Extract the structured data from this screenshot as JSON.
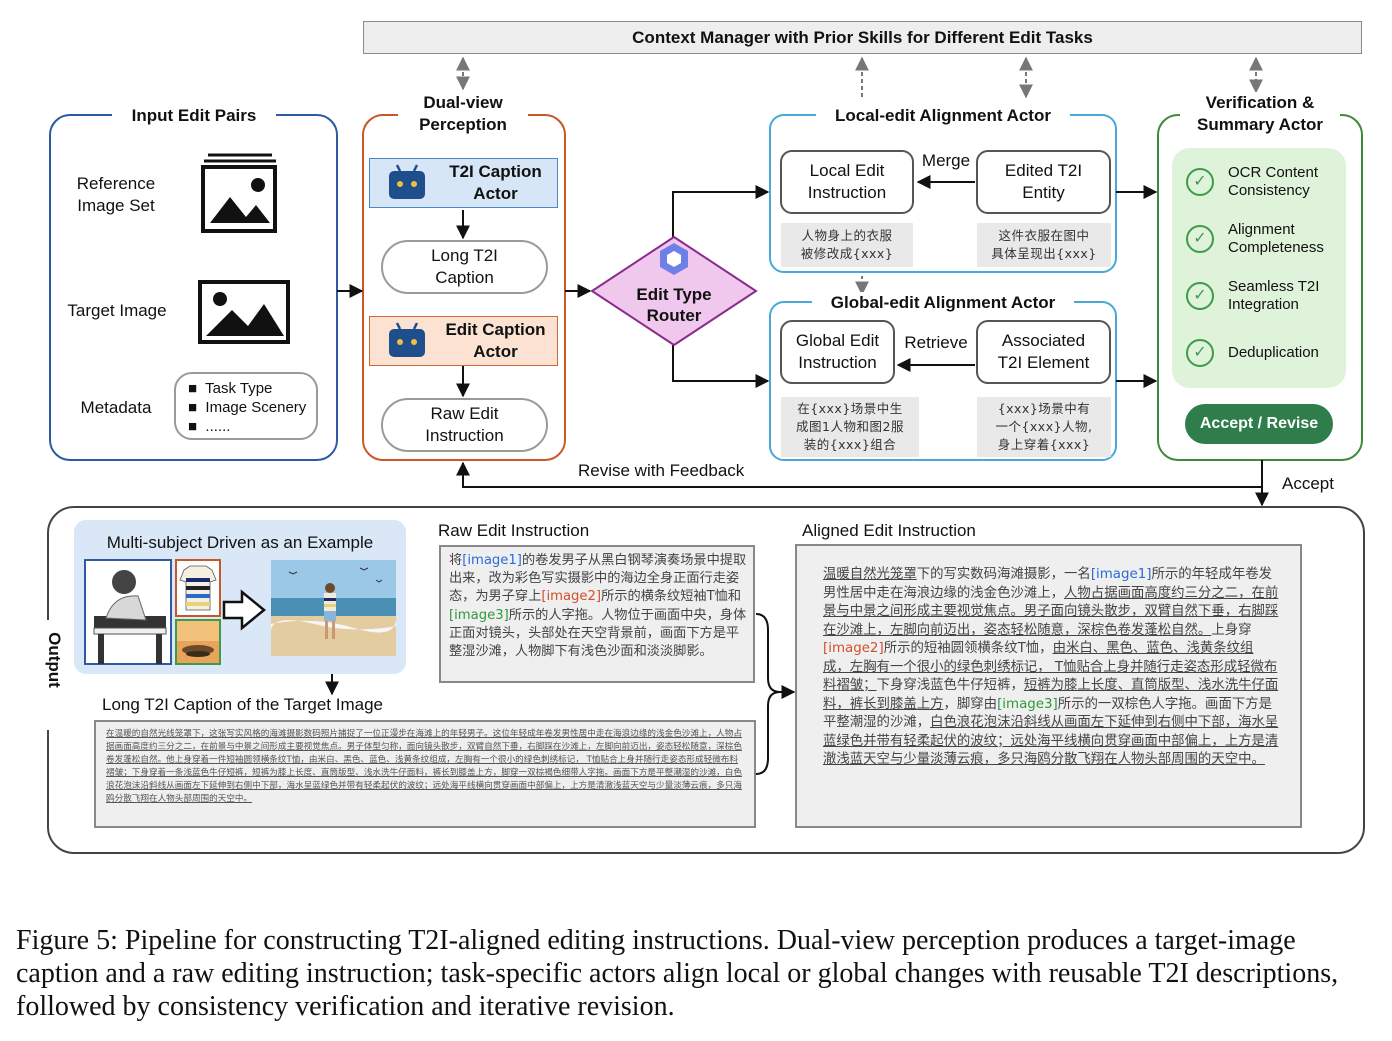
{
  "context_manager": "Context Manager with Prior Skills for Different Edit Tasks",
  "input_panel": {
    "title": "Input Edit Pairs",
    "reference_label": "Reference Image Set",
    "target_label": "Target Image",
    "metadata_label": "Metadata",
    "metadata_items": [
      "Task Type",
      "Image Scenery",
      "......"
    ]
  },
  "perception_panel": {
    "title": "Dual-view Perception",
    "t2i_actor": "T2I Caption Actor",
    "long_caption": "Long T2I Caption",
    "edit_actor": "Edit Caption Actor",
    "raw_instruction": "Raw Edit Instruction"
  },
  "router": "Edit Type Router",
  "local_panel": {
    "title": "Local-edit Alignment Actor",
    "left_box": "Local Edit Instruction",
    "right_box": "Edited T2I Entity",
    "arrow_label": "Merge",
    "left_note": "人物身上的衣服\n被修改成{xxx}",
    "right_note": "这件衣服在图中\n具体呈现出{xxx}"
  },
  "global_panel": {
    "title": "Global-edit Alignment Actor",
    "left_box": "Global Edit Instruction",
    "right_box": "Associated T2I Element",
    "arrow_label": "Retrieve",
    "left_note": "在{xxx}场景中生\n成图1人物和图2服\n装的{xxx}组合",
    "right_note": "{xxx}场景中有\n一个{xxx}人物,\n身上穿着{xxx}"
  },
  "verify_panel": {
    "title": "Verification & Summary Actor",
    "checks": [
      "OCR Content Consistency",
      "Alignment Completeness",
      "Seamless T2I Integration",
      "Deduplication"
    ],
    "button": "Accept / Revise"
  },
  "revise_label": "Revise with Feedback",
  "accept_label": "Accept",
  "output": {
    "side_label": "Output",
    "example_title": "Multi-subject Driven as an Example",
    "raw_title": "Raw Edit Instruction",
    "raw_text": [
      {
        "t": "将",
        "c": ""
      },
      {
        "t": "[image1]",
        "c": "tag-blue"
      },
      {
        "t": "的卷发男子从黑白钢琴演奏场景中提取出来，改为彩色写实摄影中的海边全身正面行走姿态，为男子穿上",
        "c": ""
      },
      {
        "t": "[image2]",
        "c": "tag-red"
      },
      {
        "t": "所示的横条纹短袖T恤和",
        "c": ""
      },
      {
        "t": "[image3]",
        "c": "tag-green"
      },
      {
        "t": "所示的人字拖。人物位于画面中央，身体正面对镜头，头部处在天空背景前，画面下方是平整湿沙滩，人物脚下有浅色沙面和淡淡脚影。",
        "c": ""
      }
    ],
    "long_title": "Long T2I Caption of the Target Image",
    "long_text": "在温暖的自然光线笼罩下，这张写实风格的海滩摄影数码照片捕捉了一位正漫步在海滩上的年轻男子。这位年轻成年卷发男性居中走在海浪边缘的浅金色沙滩上，人物占据画面高度约三分之二，在前景与中景之间形成主要视觉焦点。男子体型匀称，面向镜头散步，双臂自然下垂，右脚踩在沙滩上，左脚向前迈出，姿态轻松随意，深棕色卷发蓬松自然。他上身穿着一件短袖圆领横条纹T恤，由米白、黑色、蓝色、浅黄条纹组成，左胸有一个很小的绿色刺绣标记， T恤贴合上身并随行走姿态形成轻微布料褶皱；下身穿着一条浅蓝色牛仔短裤，短裤为膝上长度、直筒版型、浅水洗牛仔面料，裤长到膝盖上方，脚穿一双棕褐色细带人字拖。画面下方是平整潮湿的沙滩，白色浪花泡沫沿斜线从画面左下延伸到右侧中下部，海水呈蓝绿色并带有轻柔起伏的波纹；远处海平线横向贯穿画面中部偏上，上方是清澈浅蓝天空与少量淡薄云痕，多只海鸥分散飞翔在人物头部周围的天空中。",
    "aligned_title": "Aligned Edit Instruction",
    "aligned_text": [
      {
        "t": "温暖自然光笼罩",
        "c": "u"
      },
      {
        "t": "下的写实数码海滩摄影，一名",
        "c": ""
      },
      {
        "t": "[image1]",
        "c": "tag-blue"
      },
      {
        "t": "所示的年轻成年卷发男性居中走在海浪边缘的浅金色沙滩上，",
        "c": ""
      },
      {
        "t": "人物占据画面高度约三分之二，在前景与中景之间形成主要视觉焦点。男子面向镜头散步，双臂自然下垂，右脚踩在沙滩上，左脚向前迈出，姿态轻松随意，深棕色卷发蓬松自然。",
        "c": "u"
      },
      {
        "t": "上身穿",
        "c": ""
      },
      {
        "t": "[image2]",
        "c": "tag-red"
      },
      {
        "t": "所示的短袖圆领横条纹T恤，",
        "c": ""
      },
      {
        "t": "由米白、黑色、蓝色、浅黄条纹组成，左胸有一个很小的绿色刺绣标记， T恤贴合上身并随行走姿态形成轻微布料褶皱；",
        "c": "u"
      },
      {
        "t": "下身穿浅蓝色牛仔短裤，",
        "c": ""
      },
      {
        "t": "短裤为膝上长度、直筒版型、浅水洗牛仔面料，裤长到膝盖上方",
        "c": "u"
      },
      {
        "t": "，脚穿由",
        "c": ""
      },
      {
        "t": "[image3]",
        "c": "tag-green"
      },
      {
        "t": "所示的一双棕色人字拖。画面下方是平整潮湿的沙滩，",
        "c": ""
      },
      {
        "t": "白色浪花泡沫沿斜线从画面左下延伸到右侧中下部，海水呈蓝绿色并带有轻柔起伏的波纹；远处海平线横向贯穿画面中部偏上，上方是清澈浅蓝天空与少量淡薄云痕，多只海鸥分散飞翔在人物头部周围的天空中。",
        "c": "u"
      }
    ]
  },
  "caption": "Figure 5: Pipeline for constructing T2I-aligned editing instructions. Dual-view perception produces a target-image caption and a raw editing instruction; task-specific actors align local or global changes with reusable T2I descriptions, followed by consistency verification and iterative revision."
}
